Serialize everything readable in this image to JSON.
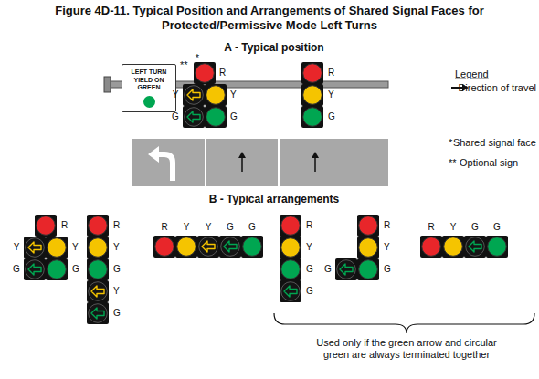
{
  "diagram": {
    "title": "Figure 4D-11. Typical Position and Arrangements of Shared Signal Faces for Protected/Permissive Mode Left Turns",
    "nodes": [
      {
        "text": [
          "LEFT TURN YIELD ON GREEN"
        ]
      }
    ],
    "labels": [
      "A - Typical position",
      "**",
      "*",
      "R",
      "Y",
      "Y",
      "G",
      "G",
      "R",
      "Y",
      "G",
      "Legend",
      "*",
      "Shared signal face",
      "**",
      "Optional sign",
      "B - Typical arrangements",
      "R",
      "Y",
      "Y",
      "G",
      "G",
      "R",
      "Y",
      "G",
      "Y",
      "G",
      "R",
      "Y",
      "Y",
      "G",
      "G",
      "R",
      "Y",
      "G",
      "G",
      "R",
      "Y",
      "G",
      "G",
      "R",
      "Y",
      "G",
      "G",
      "Used only if the green arrow and circular green are always terminated together"
    ],
    "legend": [
      {
        "text": "Direction of travel"
      }
    ]
  }
}
